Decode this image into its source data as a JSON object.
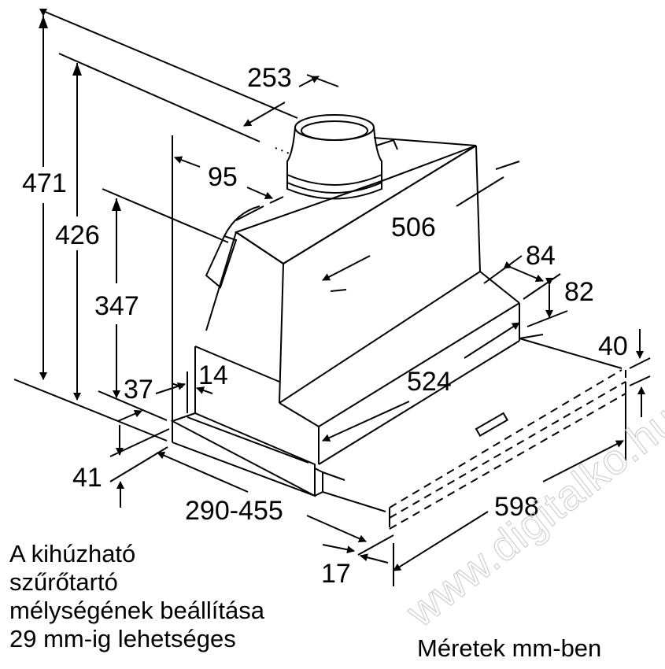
{
  "diagram": {
    "subject": "Telescopic cooker hood dimension drawing",
    "dimensions": {
      "d471": "471",
      "d426": "426",
      "d347": "347",
      "d253": "253",
      "d95": "95",
      "d506": "506",
      "d84": "84",
      "d82": "82",
      "d40": "40",
      "d524": "524",
      "d37": "37",
      "d14": "14",
      "d41": "41",
      "d290_455": "290-455",
      "d598": "598",
      "d17": "17"
    },
    "note": {
      "line1": "A kihúzható",
      "line2": "szűrőtartó",
      "line3": "mélységének beállítása",
      "line4": "29 mm-ig lehetséges"
    },
    "unit_label": "Méretek mm-ben",
    "watermark": "www.digitalko.hu",
    "line_color": "#000000",
    "background": "#ffffff"
  }
}
